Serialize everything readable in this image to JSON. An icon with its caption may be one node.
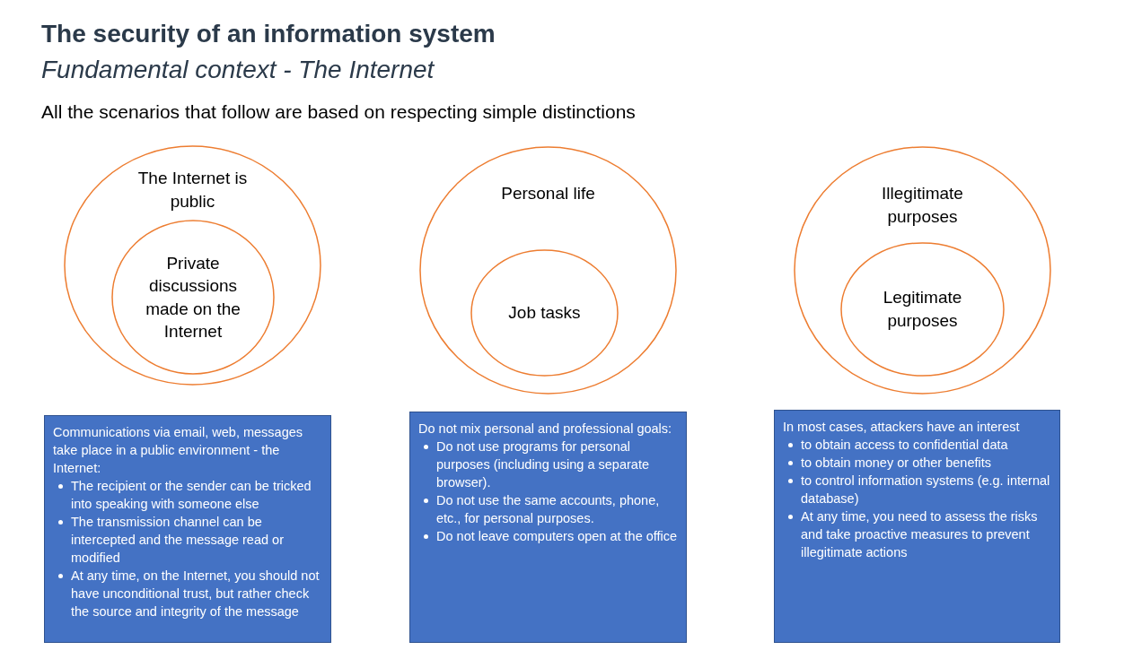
{
  "diagram": {
    "title": "The security of an information system",
    "nodes": [
      {
        "text": [
          "The Internet is public"
        ]
      },
      {
        "text": [
          "Private discussions made on the Internet"
        ],
        "in": 0
      },
      {
        "text": [
          "Personal life"
        ]
      },
      {
        "text": [
          "Job tasks"
        ],
        "in": 2
      },
      {
        "text": [
          "Illegitimate purposes"
        ]
      },
      {
        "text": [
          "Legitimate purposes"
        ],
        "in": 4
      },
      {
        "text": [
          "Communications via email, web, messages take place in a public environment - the Internet:",
          "The recipient or the sender can be tricked into speaking with someone else",
          "The transmission channel can be intercepted and the message read or modified",
          "At any time, on the Internet, you should not have unconditional trust, but rather check the source and integrity of the message"
        ]
      },
      {
        "text": [
          "Do not mix personal and professional goals:",
          "Do not use programs for personal purposes (including using a separate browser).",
          "Do not use the same accounts, phone, etc., for personal purposes.",
          "Do not leave computers open at the office"
        ]
      },
      {
        "text": [
          "In most cases, attackers have an interest",
          "to obtain access to confidential data",
          "to obtain money or other benefits",
          "to control information systems (e.g. internal database)",
          "At any time, you need to assess the risks and take proactive measures to prevent illegitimate actions"
        ]
      }
    ],
    "labels": [
      "Fundamental context -  The Internet",
      "All the scenarios that follow are based on respecting simple distinctions"
    ]
  }
}
